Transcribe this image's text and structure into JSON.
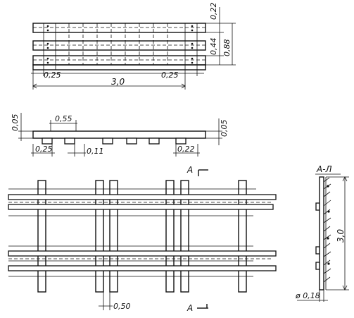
{
  "plan_view": {
    "dim_board_end": "0,22",
    "dim_board_spacing": "0,44",
    "dim_overall_width": "0,88",
    "dim_overhang_left": "0,25",
    "dim_overhang_right": "0,25",
    "dim_length": "3,0"
  },
  "side_view": {
    "dim_top_offset": "0,05",
    "dim_pitch": "0,55",
    "dim_right_offset": "0,05",
    "dim_left_end": "0,25",
    "dim_pad_width": "0,11",
    "dim_right_end": "0,22"
  },
  "assembly_view": {
    "section_label_top": "A",
    "section_label_bottom": "A",
    "dim_gap": "0,50"
  },
  "section_view": {
    "title": "А-Л",
    "dim_height": "3,0",
    "dim_diameter": "ø 0,18"
  }
}
